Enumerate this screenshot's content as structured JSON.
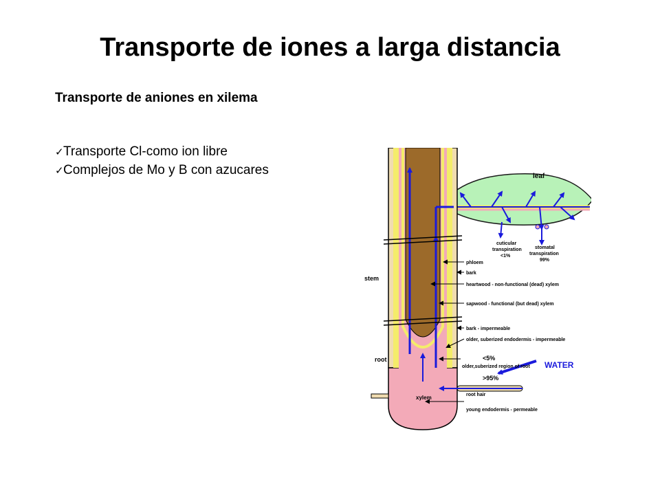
{
  "title": "Transporte de iones a larga distancia",
  "subtitle": "Transporte de aniones en xilema",
  "bullets": [
    "Transporte Cl-como ion libre",
    "Complejos de Mo y B con azucares"
  ],
  "diagram": {
    "leaf": "leaf",
    "cuticular": [
      "cuticular",
      "transpiration",
      "<1%"
    ],
    "stomatal": [
      "stomatal",
      "transpiration",
      "99%"
    ],
    "phloem": "phloem",
    "bark": "bark",
    "stem": "stem",
    "heartwood": "heartwood - non-functional (dead) xylem",
    "sapwood": "sapwood - functional (but dead) xylem",
    "bark_impermeable": "bark - impermeable",
    "older_endodermis": "older, suberized endodermis - impermeable",
    "root": "root",
    "lt5": "<5%",
    "older_region": "older,suberized region of root",
    "water": "WATER",
    "gt95": ">95%",
    "root_hair": "root hair",
    "xylem": "xylem",
    "young_endodermis": "young endodermis - permeable",
    "colors": {
      "flow_arrow": "#1a1adc",
      "outer_tissue": "#f0dcb0",
      "yellow_layer": "#f4ec6a",
      "phloem_pink": "#f3aab8",
      "heartwood_brown": "#9c6a2a",
      "leaf_green": "#b8f2b8"
    }
  }
}
